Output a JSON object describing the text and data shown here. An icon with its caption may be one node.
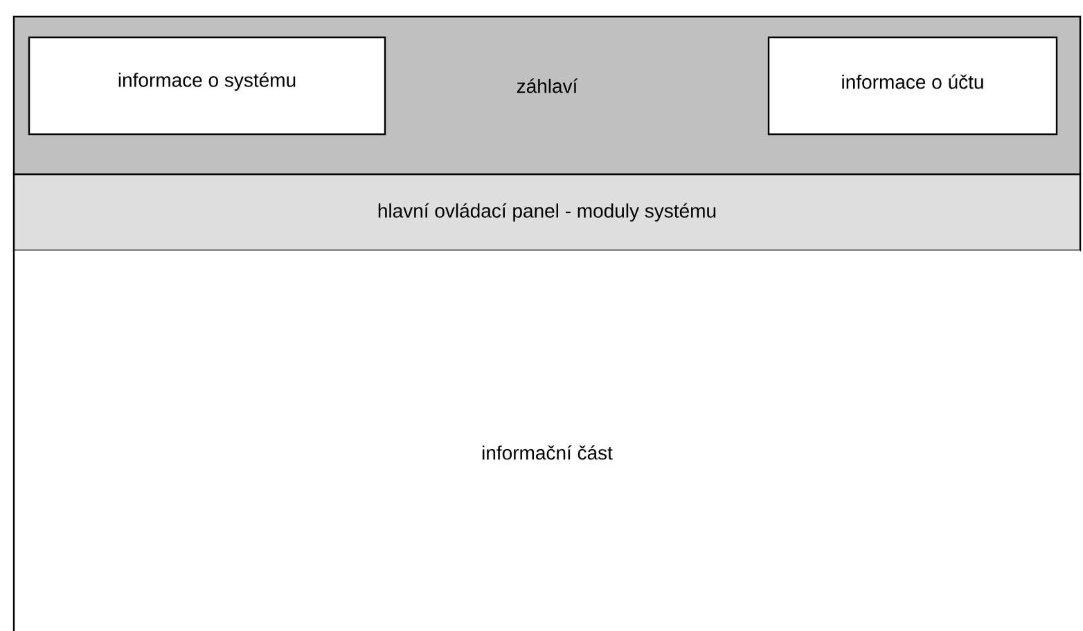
{
  "diagram": {
    "nodes": [
      {
        "text": [
          "záhlaví"
        ]
      },
      {
        "text": [
          "informace o systému"
        ],
        "in": 0
      },
      {
        "text": [
          "informace o účtu"
        ],
        "in": 0
      },
      {
        "text": [
          "hlavní ovládací panel - moduly systému"
        ]
      },
      {
        "text": [
          "informační část"
        ]
      }
    ]
  }
}
